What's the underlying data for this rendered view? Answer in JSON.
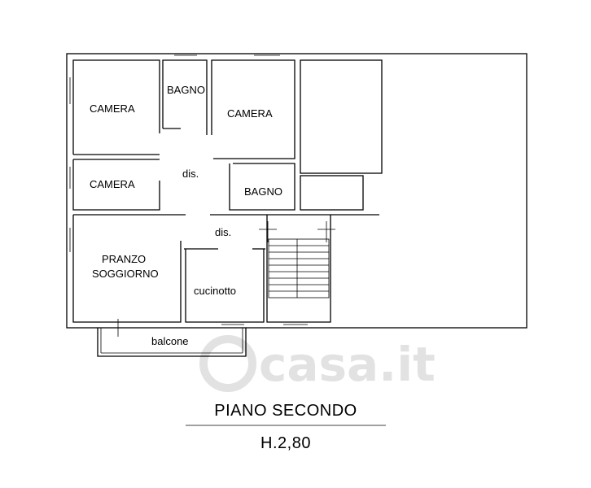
{
  "rooms": {
    "camera_1": "CAMERA",
    "bagno_1": "BAGNO",
    "camera_2": "CAMERA",
    "camera_3": "CAMERA",
    "dis_1": "dis.",
    "bagno_2": "BAGNO",
    "dis_2": "dis.",
    "pranzo": "PRANZO",
    "soggiorno": "SOGGIORNO",
    "cucinotto": "cucinotto",
    "balcone": "balcone"
  },
  "floor_title": "PIANO SECONDO",
  "ceiling_height": "H.2,80",
  "watermark": "casa.it",
  "colors": {
    "line": "#000000",
    "watermark": "#e2e2e2",
    "background": "#ffffff"
  }
}
